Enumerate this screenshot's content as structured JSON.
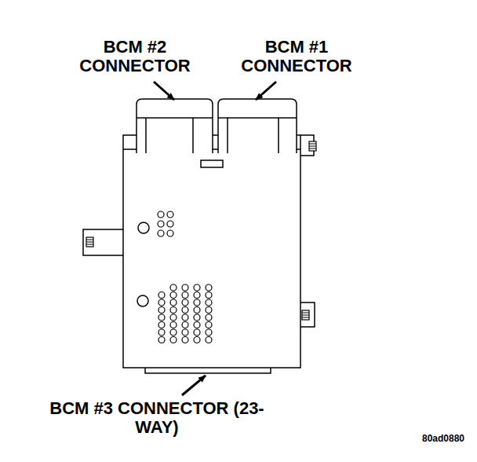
{
  "diagram": {
    "labels": [
      "BCM #2 CONNECTOR",
      "BCM #1 CONNECTOR",
      "BCM #3 CONNECTOR (23-WAY)",
      "80ad0880"
    ]
  }
}
